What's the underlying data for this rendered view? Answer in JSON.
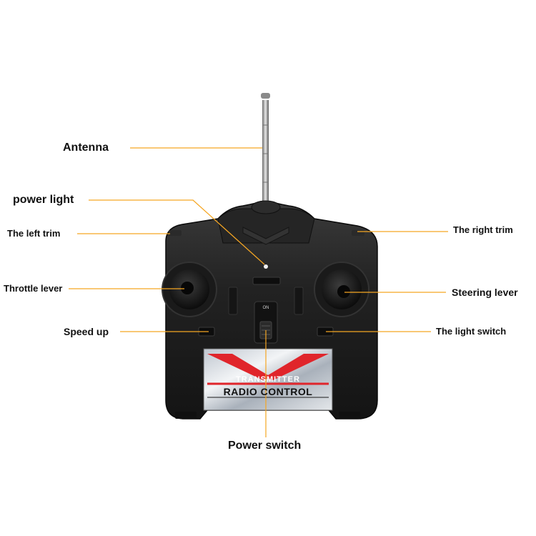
{
  "labels": {
    "antenna": "Antenna",
    "power_light": "power light",
    "left_trim": "The left trim",
    "right_trim": "The right trim",
    "throttle_lever": "Throttle lever",
    "steering_lever": "Steering lever",
    "speed_up": "Speed up",
    "light_switch": "The light switch",
    "power_switch": "Power switch"
  },
  "panel": {
    "line1": "TRANSMITTER",
    "line2": "RADIO CONTROL"
  },
  "switch_marks": {
    "on": "ON"
  },
  "colors": {
    "leader_line": "#f5a623",
    "body": "#1e1e1e",
    "panel_red": "#e0252b"
  }
}
